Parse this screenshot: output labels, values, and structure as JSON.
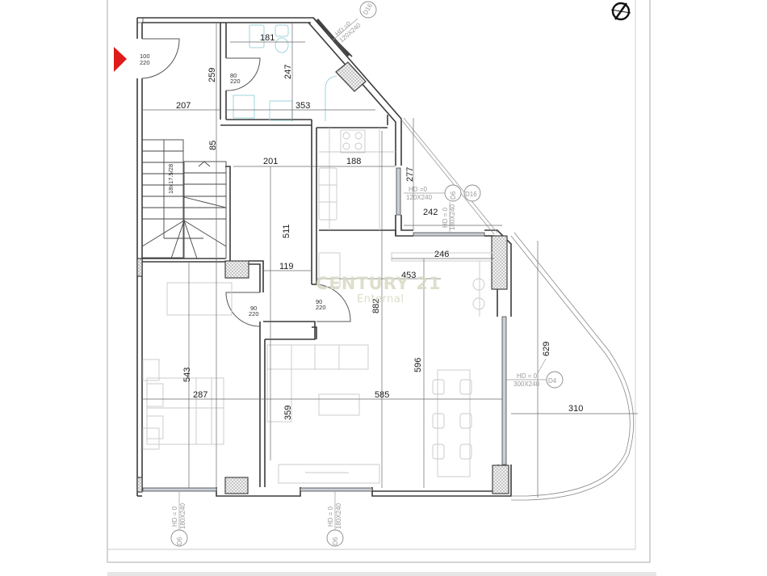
{
  "plan": {
    "entrance_marker": "entrance-arrow",
    "north_symbol": "north-compass",
    "watermark": {
      "brand": "CENTURY 21",
      "office": "Enternal",
      "color": "#d9d9c4"
    },
    "accent_color": "#e01b1b"
  },
  "dimensions": {
    "hall_width": "207",
    "hall_height": "259",
    "bath_width_top": "181",
    "bath_height": "247",
    "bath_width": "353",
    "stair_gap": "85",
    "corridor_width": "201",
    "kitchen_width": "188",
    "kitchen_window_height": "277",
    "window_offset": "242",
    "kitchen_depth": "246",
    "living_width": "453",
    "corridor_length": "511",
    "passage_width": "119",
    "total_depth": "882",
    "bedroom_height": "543",
    "bedroom_width": "287",
    "living_depth": "359",
    "dining_length": "596",
    "living_total_width": "585",
    "terrace_height": "629",
    "terrace_width": "310",
    "stair_label": "18x17.5/28"
  },
  "doors": [
    {
      "id": "entry",
      "w": "100",
      "h": "220"
    },
    {
      "id": "bath",
      "w": "80",
      "h": "220"
    },
    {
      "id": "bedroom",
      "w": "90",
      "h": "220"
    },
    {
      "id": "living",
      "w": "90",
      "h": "220"
    }
  ],
  "window_tags": [
    {
      "code": "D16",
      "hd": "HD =0",
      "size": "120X240"
    },
    {
      "code": "D6",
      "hd": "HD =0",
      "size": "120X240"
    },
    {
      "code": "D16",
      "hd": "",
      "size": ""
    },
    {
      "code": "D6",
      "hd": "HD = 0",
      "size": "180X240"
    },
    {
      "code": "D4",
      "hd": "HD = 0",
      "size": "300X240"
    },
    {
      "code": "D6",
      "hd": "HD = 0",
      "size": "180X240"
    },
    {
      "code": "D6",
      "hd": "HD = 0",
      "size": "180X240"
    }
  ]
}
